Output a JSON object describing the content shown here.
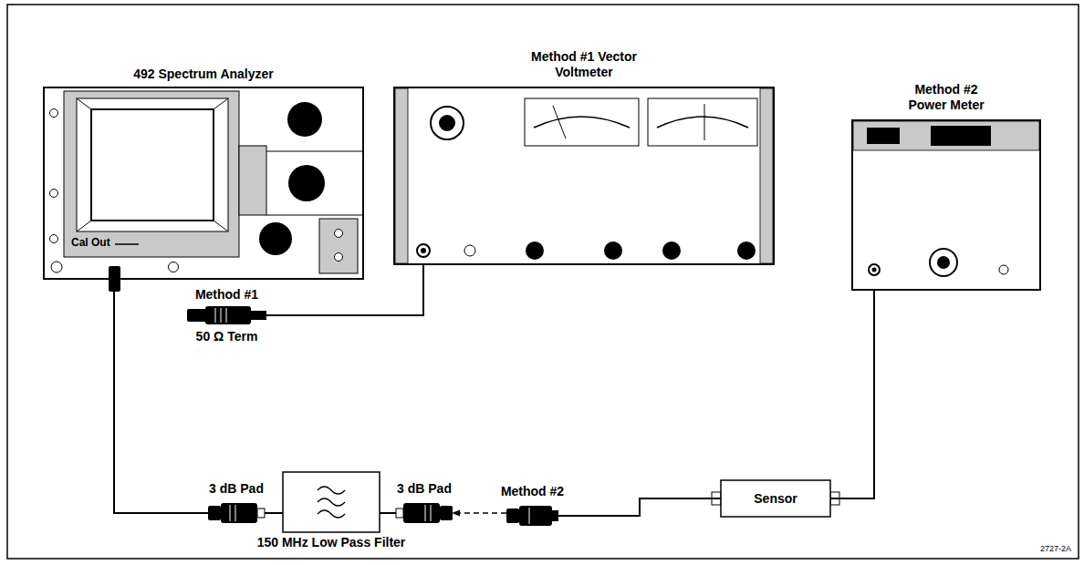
{
  "diagram": {
    "nodes": [
      {
        "text": [
          "492 Spectrum Analyzer",
          "Cal Out"
        ]
      },
      {
        "text": [
          "Method #1 Vector Voltmeter"
        ]
      },
      {
        "text": [
          "Method #2 Power Meter"
        ]
      },
      {
        "text": [
          "Method #1",
          "50 Ω Term"
        ]
      },
      {
        "text": [
          "3 dB Pad"
        ]
      },
      {
        "text": [
          "150 MHz Low Pass Filter"
        ]
      },
      {
        "text": [
          "3 dB Pad"
        ]
      },
      {
        "text": [
          "Method #2"
        ]
      },
      {
        "text": [
          "Sensor"
        ]
      }
    ],
    "edges": [
      {
        "from": 0,
        "to": 4,
        "arrow": "none"
      },
      {
        "from": 4,
        "to": 5,
        "arrow": "none"
      },
      {
        "from": 5,
        "to": 6,
        "arrow": "none"
      },
      {
        "from": 7,
        "to": 6,
        "arrow": "to"
      },
      {
        "from": 7,
        "to": 8,
        "arrow": "none"
      },
      {
        "from": 8,
        "to": 2,
        "arrow": "none"
      },
      {
        "from": 3,
        "to": 1,
        "arrow": "none"
      }
    ],
    "labels": [
      "2727-2A"
    ]
  }
}
